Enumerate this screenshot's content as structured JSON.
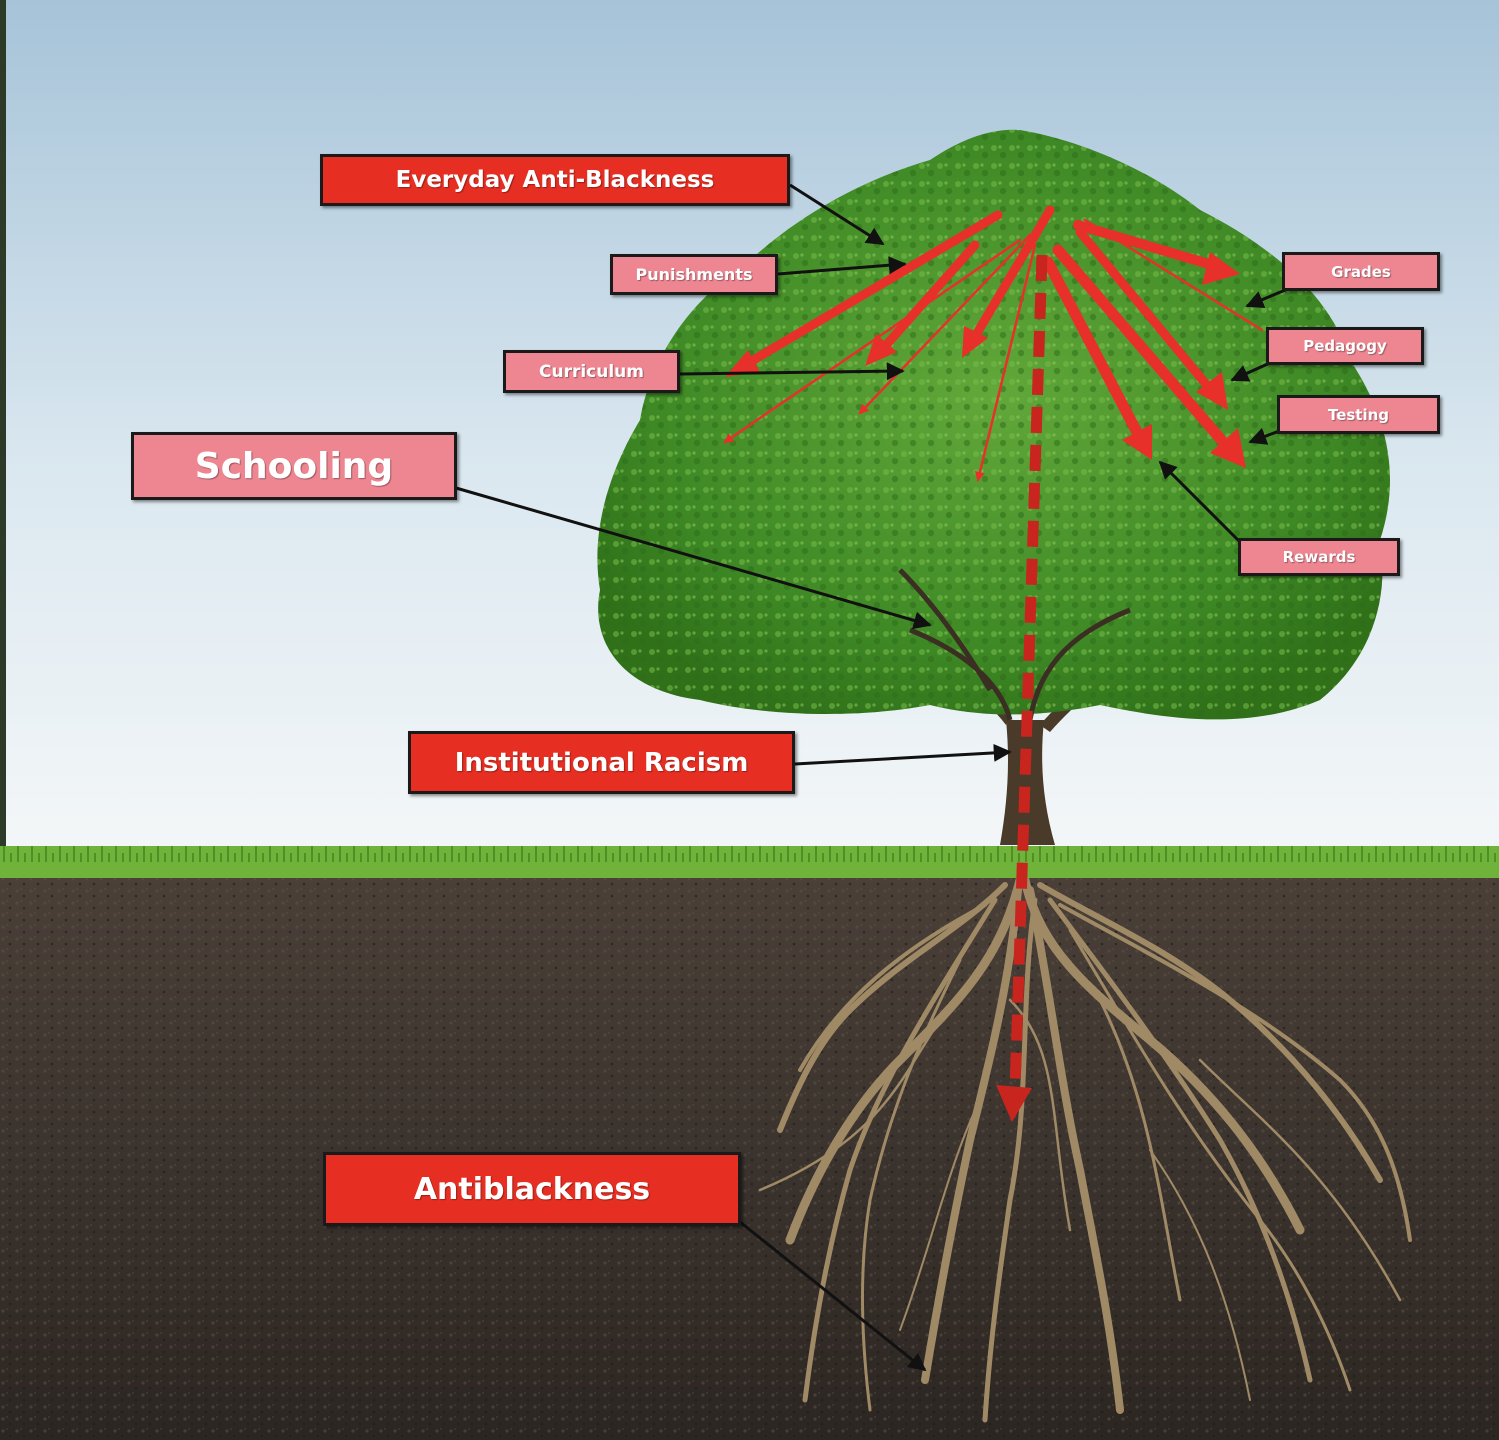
{
  "labels": {
    "everyday": "Everyday Anti-Blackness",
    "punishments": "Punishments",
    "curriculum": "Curriculum",
    "schooling": "Schooling",
    "institutional": "Institutional Racism",
    "antiblackness": "Antiblackness",
    "grades": "Grades",
    "pedagogy": "Pedagogy",
    "testing": "Testing",
    "rewards": "Rewards"
  },
  "colors": {
    "primary_label": "#e62e22",
    "secondary_label": "#ee8691",
    "arrow_red": "#e8302a",
    "sky_top": "#a6c3d8",
    "foliage": "#4e9a2c",
    "grass": "#6fb33a",
    "soil": "#3a332c",
    "roots": "#a08a66"
  }
}
